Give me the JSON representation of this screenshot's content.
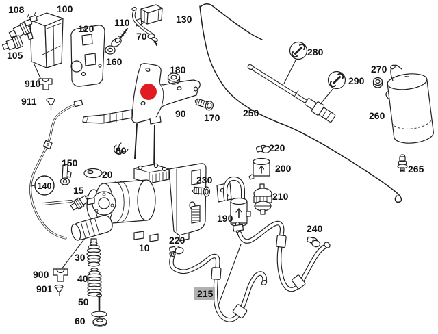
{
  "colors": {
    "line": "#1f1f1f",
    "background": "#ffffff",
    "highlight_dot": "#e01b22",
    "highlight_label_background": "#b0b0b0",
    "label_text": "#111111"
  },
  "highlight": {
    "dot_on_part": "90",
    "highlighted_callout": "215",
    "circled_callout": "140"
  },
  "tool_markers": [
    {
      "near_part": "280",
      "icon": "wrench-icon"
    },
    {
      "near_part": "290",
      "icon": "wrench-icon"
    }
  ],
  "callouts": {
    "c108": "108",
    "c100": "100",
    "c105": "105",
    "c120": "120",
    "c110": "110",
    "c70": "70",
    "c130": "130",
    "c160": "160",
    "c910": "910",
    "c911": "911",
    "c180": "180",
    "c90": "90",
    "c170": "170",
    "c250": "250",
    "c280": "280",
    "c290": "290",
    "c270": "270",
    "c260": "260",
    "c265": "265",
    "c150": "150",
    "c140": "140",
    "c20": "20",
    "c15": "15",
    "c80": "80",
    "c220a": "220",
    "c200": "200",
    "c230": "230",
    "c210": "210",
    "c190": "190",
    "c10": "10",
    "c30": "30",
    "c900": "900",
    "c901": "901",
    "c40": "40",
    "c50": "50",
    "c60": "60",
    "c220b": "220",
    "c215": "215",
    "c240": "240"
  }
}
